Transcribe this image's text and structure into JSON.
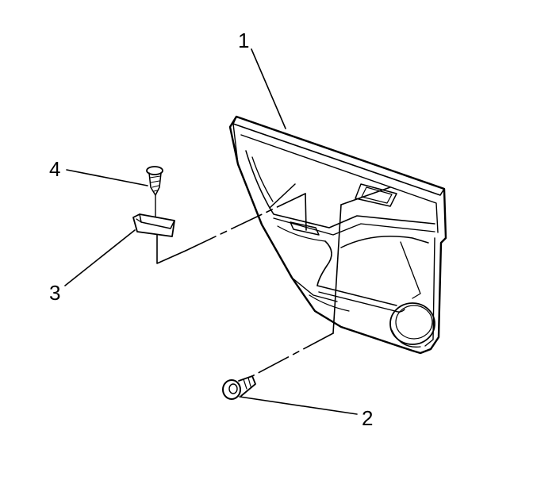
{
  "callouts": [
    {
      "number": "1",
      "part": "door-trim-panel"
    },
    {
      "number": "2",
      "part": "push-pin-retainer"
    },
    {
      "number": "3",
      "part": "pull-cup-bracket"
    },
    {
      "number": "4",
      "part": "screw"
    }
  ],
  "colors": {
    "line": "#000000",
    "background": "#ffffff"
  }
}
